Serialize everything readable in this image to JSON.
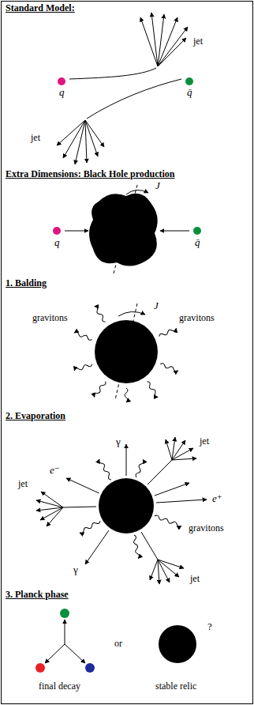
{
  "diagram": {
    "labels": [
      "Standard Model:",
      "jet",
      "q",
      "q̄",
      "jet",
      "Extra Dimensions: Black Hole production",
      "J",
      "q",
      "q̄",
      "1. Balding",
      "J",
      "gravitons",
      "gravitons",
      "2. Evaporation",
      "γ",
      "jet",
      "e⁻",
      "jet",
      "e⁺",
      "gravitons",
      "γ",
      "jet",
      "3. Planck phase",
      "or",
      "?",
      "final decay",
      "stable relic"
    ]
  }
}
